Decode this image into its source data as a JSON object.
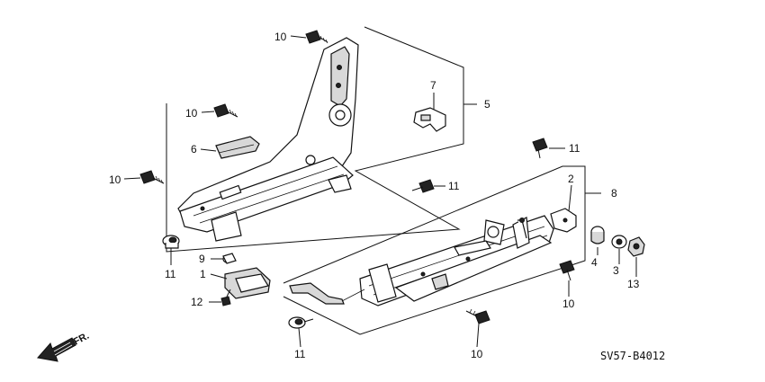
{
  "diagram": {
    "callouts": {
      "c10_top": "10",
      "c10_left1": "10",
      "c10_left2": "10",
      "c10_bottom": "10",
      "c10_right": "10",
      "c7": "7",
      "c5": "5",
      "c6": "6",
      "c11_a": "11",
      "c11_b": "11",
      "c11_c": "11",
      "c11_d": "11",
      "c2": "2",
      "c8": "8",
      "c9": "9",
      "c1": "1",
      "c12": "12",
      "c4": "4",
      "c3": "3",
      "c13": "13"
    },
    "direction_label": "FR.",
    "diagram_code": "SV57-B4012"
  }
}
